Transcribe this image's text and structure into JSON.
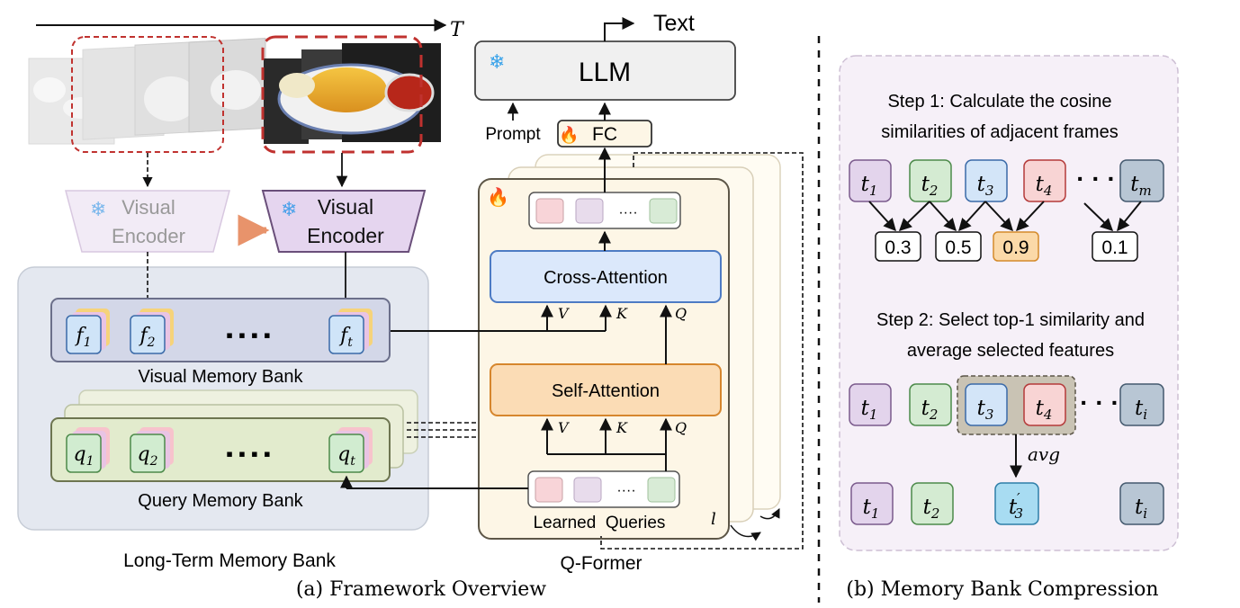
{
  "time_axis": {
    "label": "T"
  },
  "llm": {
    "label": "LLM",
    "output_label": "Text",
    "prompt_label": "Prompt",
    "fc_label": "FC"
  },
  "encoders": {
    "frozen_label_line1": "Visual",
    "frozen_label_line2": "Encoder",
    "active_label_line1": "Visual",
    "active_label_line2": "Encoder"
  },
  "visual_bank": {
    "label": "Visual Memory Bank",
    "items": [
      "f1",
      "f2",
      "ft"
    ],
    "ellipsis": "▪ ▪ ▪ ▪"
  },
  "query_bank": {
    "label": "Query Memory Bank",
    "items": [
      "q1",
      "q2",
      "qt"
    ],
    "ellipsis": "▪ ▪ ▪ ▪"
  },
  "long_term": {
    "label": "Long-Term Memory Bank"
  },
  "qformer": {
    "label": "Q-Former",
    "cross_attention": "Cross-Attention",
    "self_attention": "Self-Attention",
    "learned_queries": "Learned  Queries",
    "layer_symbol": "l",
    "token_dots": "····",
    "kqv": {
      "v": "V",
      "k": "K",
      "q": "Q"
    }
  },
  "caption_a": "(a) Framework Overview",
  "caption_b": "(b) Memory Bank Compression",
  "compression": {
    "step1_line1": "Step 1: Calculate the cosine",
    "step1_line2": "similarities of adjacent frames",
    "step2_line1": "Step 2: Select top-1 similarity and",
    "step2_line2": "average selected features",
    "row1": [
      "t1",
      "t2",
      "t3",
      "t4",
      "tm"
    ],
    "similarities": [
      "0.3",
      "0.5",
      "0.9",
      "0.1"
    ],
    "row2": [
      "t1",
      "t2",
      "t3",
      "t4",
      "ti"
    ],
    "avg_label": "avg",
    "row3": [
      "t1",
      "t2",
      "t3'",
      "ti"
    ],
    "dots": "· · ·"
  },
  "colors": {
    "frozen": "#9ecbff",
    "fire": "#e0452b",
    "visual_encoder": "#e5d5ef",
    "cross_attention": "#dbe8fb",
    "self_attention": "#fbdcb5",
    "qformer_bg": "#fdf6e6",
    "compression_bg": "#f6f0f8",
    "highlight": "#fbd9a8",
    "dashed_red": "#c0322f"
  }
}
